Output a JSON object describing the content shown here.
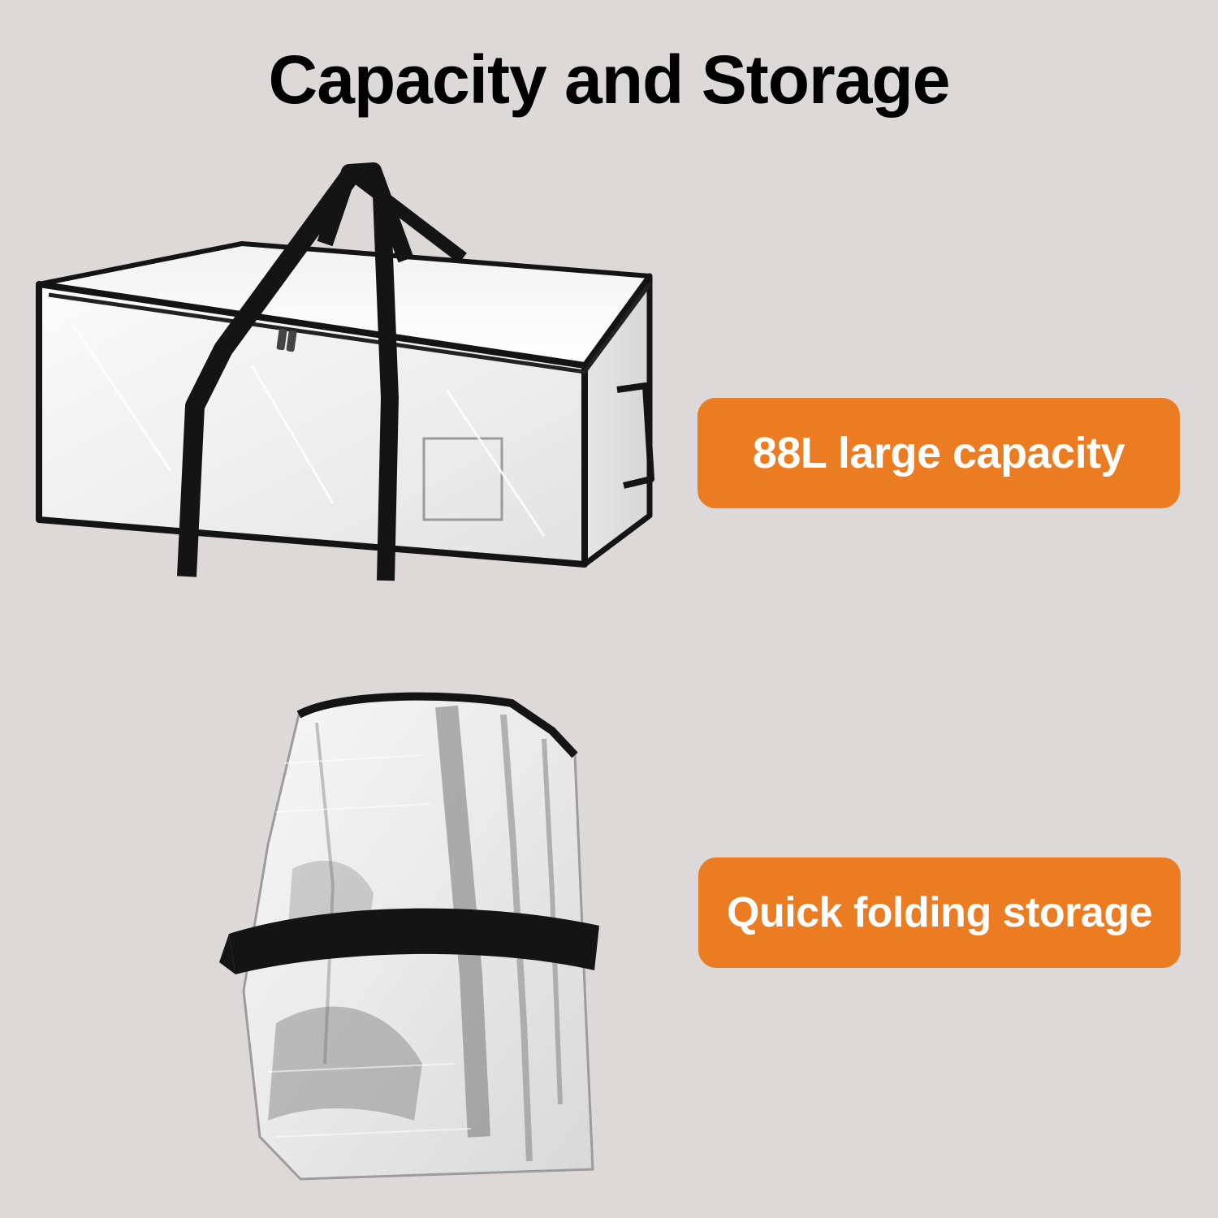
{
  "header": {
    "title": "Capacity and Storage"
  },
  "features": [
    {
      "label": "88L large capacity"
    },
    {
      "label": "Quick folding storage"
    }
  ],
  "colors": {
    "background": "#dcd9d8",
    "badge": "#ec7c22",
    "badge_text": "#ffffff",
    "title_text": "#000000",
    "bag_trim": "#141414"
  },
  "images": {
    "open_bag": "clear-storage-bag-open-icon",
    "folded_bag": "clear-storage-bag-folded-icon"
  }
}
